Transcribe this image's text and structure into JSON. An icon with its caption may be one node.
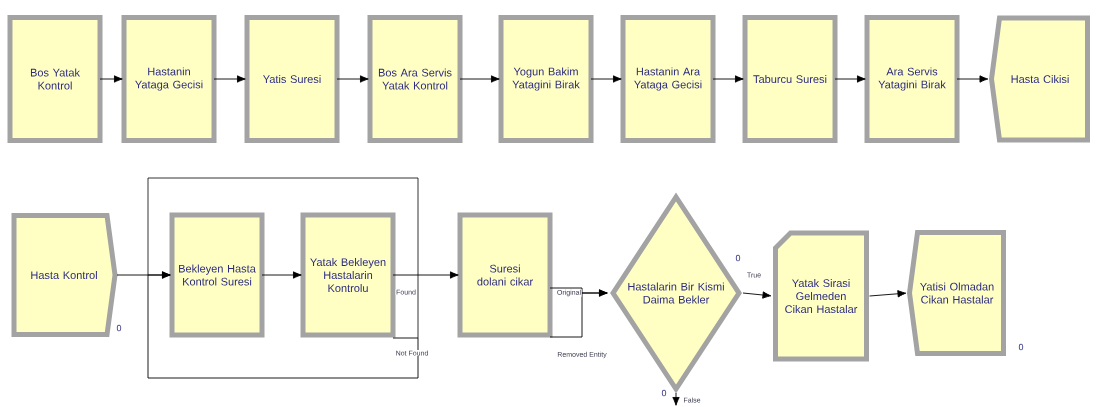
{
  "diagram": {
    "nodes": [
      {
        "text": [
          "Bos Yatak Kontrol"
        ]
      },
      {
        "text": [
          "Hastanin Yataga Gecisi"
        ]
      },
      {
        "text": [
          "Yatis Suresi"
        ]
      },
      {
        "text": [
          "Bos Ara Servis Yatak Kontrol"
        ]
      },
      {
        "text": [
          "Yogun Bakim Yatagini Birak"
        ]
      },
      {
        "text": [
          "Hastanin Ara Yataga Gecisi"
        ]
      },
      {
        "text": [
          "Taburcu Suresi"
        ]
      },
      {
        "text": [
          "Ara Servis Yatagini Birak"
        ]
      },
      {
        "text": [
          "Hasta Cikisi"
        ]
      },
      {
        "text": [
          "Hasta Kontrol"
        ],
        "beside": [
          "0"
        ]
      },
      {
        "text": [
          "Bekleyen Hasta Kontrol Suresi"
        ]
      },
      {
        "text": [
          "Yatak Bekleyen Hastalarin Kontrolu"
        ]
      },
      {
        "text": [
          "Suresi dolani cikar"
        ]
      },
      {
        "text": [
          "Hastalarin Bir Kismi Daima Bekler"
        ],
        "beside": [
          "0",
          "0"
        ]
      },
      {
        "text": [
          "Yatak Sirasi Gelmeden Cikan Hastalar"
        ]
      },
      {
        "text": [
          "Yatisi Olmadan Cikan Hastalar"
        ],
        "beside": [
          "0"
        ]
      }
    ],
    "edges": [
      {
        "from": 0,
        "to": 1,
        "arrow": "to"
      },
      {
        "from": 1,
        "to": 2,
        "arrow": "to"
      },
      {
        "from": 2,
        "to": 3,
        "arrow": "to"
      },
      {
        "from": 3,
        "to": 4,
        "arrow": "to"
      },
      {
        "from": 4,
        "to": 5,
        "arrow": "to"
      },
      {
        "from": 5,
        "to": 6,
        "arrow": "to"
      },
      {
        "from": 6,
        "to": 7,
        "arrow": "to"
      },
      {
        "from": 7,
        "to": 8,
        "arrow": "to"
      },
      {
        "from": 9,
        "to": 10,
        "arrow": "to"
      },
      {
        "from": 10,
        "to": 11,
        "arrow": "to"
      },
      {
        "from": 11,
        "to": 12,
        "arrow": "to",
        "label": "Found"
      },
      {
        "from": 11,
        "to": 10,
        "arrow": "to",
        "label": "Not Found"
      },
      {
        "from": 12,
        "to": 13,
        "arrow": "to",
        "label": "Original"
      },
      {
        "from": 12,
        "to": 13,
        "arrow": "to",
        "label": "Removed Entity"
      },
      {
        "from": 13,
        "to": 14,
        "arrow": "to",
        "label": "True"
      },
      {
        "from": 13,
        "to": null,
        "arrow": "to",
        "label": "False"
      },
      {
        "from": 14,
        "to": 15,
        "arrow": "to"
      }
    ]
  }
}
